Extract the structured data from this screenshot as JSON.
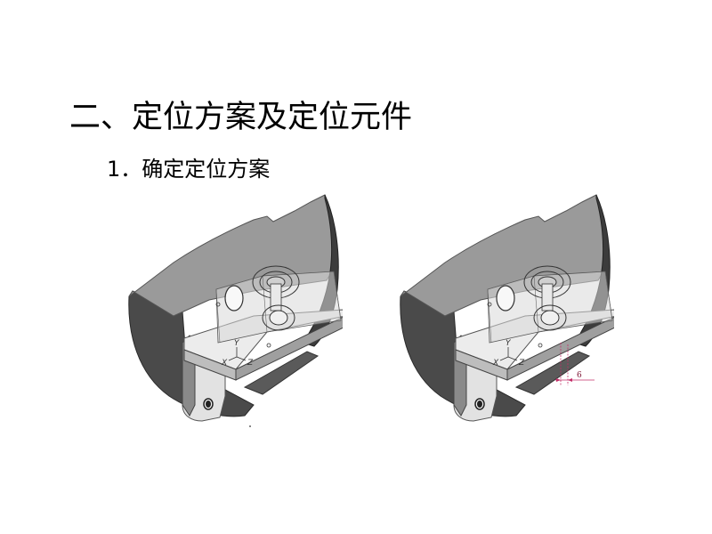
{
  "slide": {
    "title": "二、定位方案及定位元件",
    "subtitle": "1．确定定位方案"
  },
  "figures": [
    {
      "axes": {
        "x": "X",
        "y": "Y",
        "z": "Z"
      }
    },
    {
      "axes": {
        "x": "X",
        "y": "Y",
        "z": "Z"
      },
      "dimension": "6"
    }
  ],
  "colors": {
    "body_dark": "#4a4a4a",
    "body_top": "#9a9a9a",
    "bracket_light": "#e2e2e2",
    "bracket_side": "#8a8a8a",
    "transparent_block": "#d9d9d9",
    "dimension": "#c4306a"
  }
}
